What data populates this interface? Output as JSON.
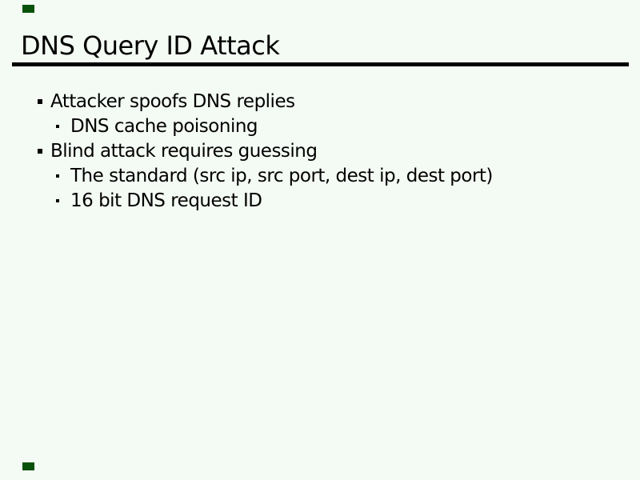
{
  "slide": {
    "title": "DNS Query ID Attack",
    "bullets": [
      {
        "level": 1,
        "text": "Attacker spoofs DNS replies"
      },
      {
        "level": 2,
        "text": "DNS cache poisoning"
      },
      {
        "level": 1,
        "text": "Blind attack requires guessing"
      },
      {
        "level": 2,
        "text": "The standard (src ip, src port, dest ip, dest port)"
      },
      {
        "level": 2,
        "text": "16 bit DNS request ID"
      }
    ],
    "icons": {
      "level1_bullet": "small-black-square",
      "level2_bullet": "tiny-black-square",
      "corner_marker": "dark-green-rectangle"
    },
    "colors": {
      "background": "#f4faf4",
      "text": "#000000",
      "title_rule": "#000000",
      "corner_marker": "#0a520a"
    }
  }
}
